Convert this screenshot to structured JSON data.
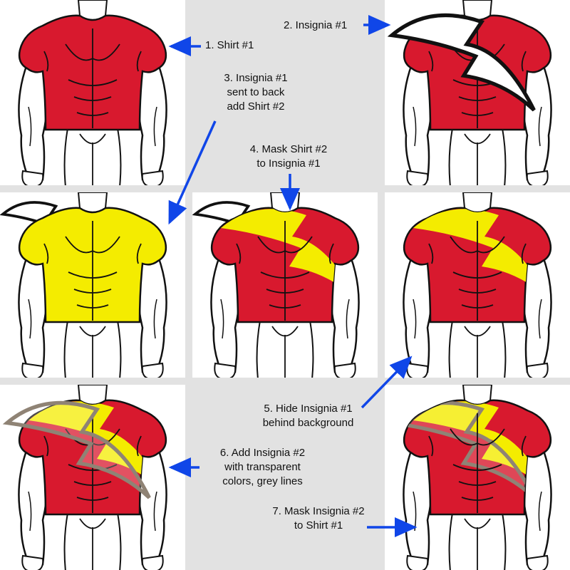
{
  "colors": {
    "background": "#e2e2e2",
    "panel": "#ffffff",
    "arrow": "#1046e8",
    "shirt1": "#d8192e",
    "shirt2": "#f4ec00",
    "ink": "#111111",
    "insignia2_line": "#8f8375"
  },
  "steps": [
    {
      "label": "1. Shirt #1"
    },
    {
      "label": "2. Insignia #1"
    },
    {
      "label": "3. Insignia #1\nsent to back\nadd Shirt #2"
    },
    {
      "label": "4. Mask Shirt #2\nto Insignia #1"
    },
    {
      "label": "5. Hide Insignia #1\nbehind background"
    },
    {
      "label": "6. Add Insignia #2\nwith transparent\ncolors, grey lines"
    },
    {
      "label": "7. Mask Insignia #2\nto Shirt #1"
    }
  ]
}
